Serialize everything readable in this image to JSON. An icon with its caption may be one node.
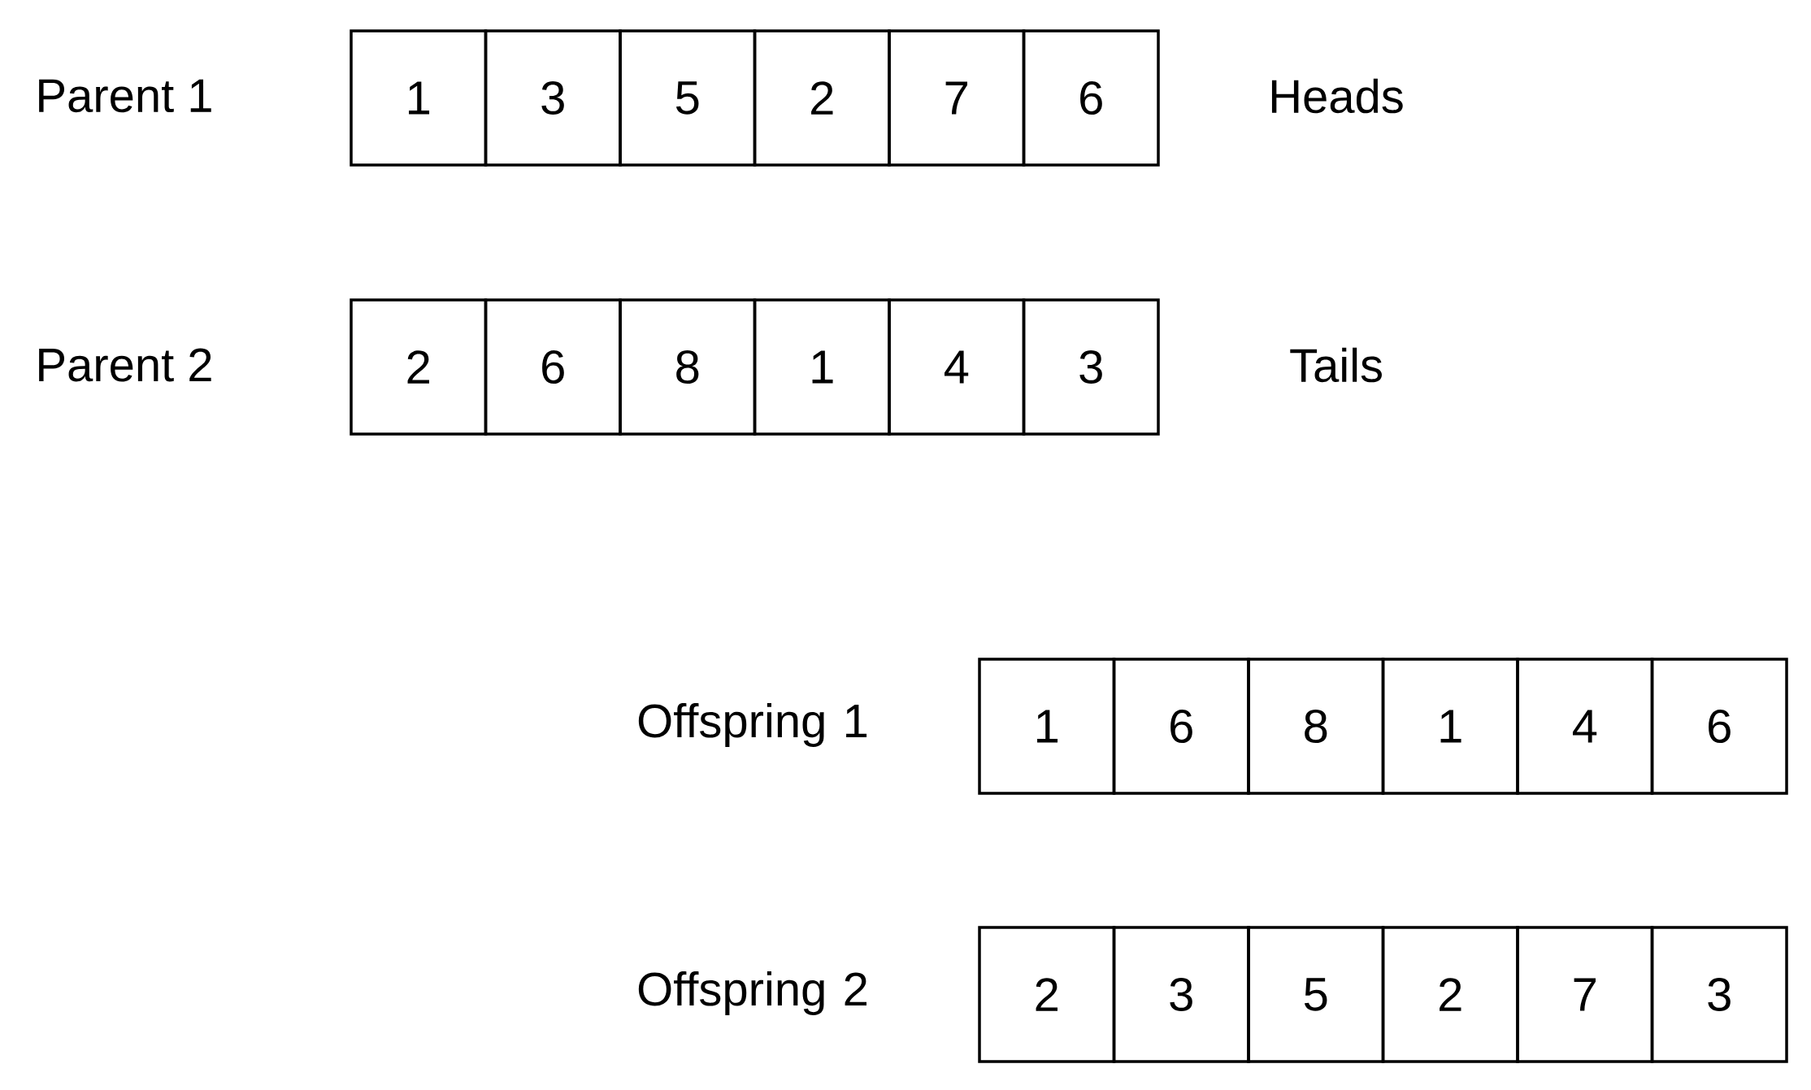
{
  "diagram": {
    "nodes": [
      {
        "text": [
          "1"
        ]
      },
      {
        "text": [
          "3"
        ]
      },
      {
        "text": [
          "5"
        ]
      },
      {
        "text": [
          "2"
        ]
      },
      {
        "text": [
          "7"
        ]
      },
      {
        "text": [
          "6"
        ]
      },
      {
        "text": [
          "2"
        ]
      },
      {
        "text": [
          "6"
        ]
      },
      {
        "text": [
          "8"
        ]
      },
      {
        "text": [
          "1"
        ]
      },
      {
        "text": [
          "4"
        ]
      },
      {
        "text": [
          "3"
        ]
      },
      {
        "text": [
          "1"
        ]
      },
      {
        "text": [
          "6"
        ]
      },
      {
        "text": [
          "8"
        ]
      },
      {
        "text": [
          "1"
        ]
      },
      {
        "text": [
          "4"
        ]
      },
      {
        "text": [
          "6"
        ]
      },
      {
        "text": [
          "2"
        ]
      },
      {
        "text": [
          "3"
        ]
      },
      {
        "text": [
          "5"
        ]
      },
      {
        "text": [
          "2"
        ]
      },
      {
        "text": [
          "7"
        ]
      },
      {
        "text": [
          "3"
        ]
      }
    ],
    "labels": [
      "Parent 1",
      "Heads",
      "Parent 2",
      "Tails",
      "Offspring 1",
      "Offspring 2"
    ]
  }
}
